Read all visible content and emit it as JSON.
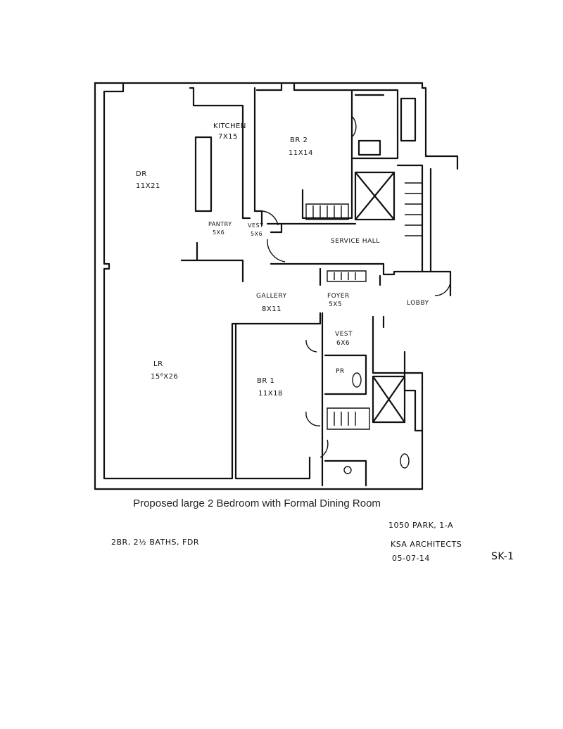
{
  "plan": {
    "rooms": {
      "kitchen": {
        "name": "KITCHEN",
        "size": "7X15"
      },
      "br2": {
        "name": "BR 2",
        "size": "11X14"
      },
      "dr": {
        "name": "DR",
        "size": "11X21"
      },
      "pantry": {
        "name": "PANTRY",
        "size": "5X6"
      },
      "vest_top": {
        "name": "VEST",
        "size": "5X6"
      },
      "service_hall": {
        "name": "SERVICE HALL"
      },
      "gallery": {
        "name": "GALLERY",
        "size": "8X11"
      },
      "foyer": {
        "name": "FOYER",
        "size": "5X5"
      },
      "lobby": {
        "name": "LOBBY"
      },
      "vest_bottom": {
        "name": "VEST",
        "size": "6X6"
      },
      "lr": {
        "name": "LR",
        "size": "15⁶X26"
      },
      "br1": {
        "name": "BR 1",
        "size": "11X18"
      },
      "pr": {
        "name": "PR"
      }
    }
  },
  "caption": "Proposed large 2 Bedroom with Formal Dining Room",
  "notes": {
    "summary": "2BR, 2½ BATHS, FDR",
    "address": "1050 PARK, 1-A",
    "architect": "KSA ARCHITECTS",
    "date": "05-07-14",
    "sheet": "SK-1"
  }
}
